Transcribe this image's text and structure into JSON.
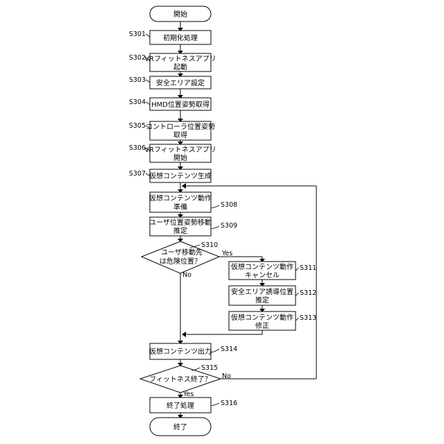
{
  "steps": {
    "start": "開始",
    "s301": {
      "label": "S301",
      "lines": [
        "初期化処理"
      ]
    },
    "s302": {
      "label": "S302",
      "lines": [
        "VRフィットネスアプリ",
        "起動"
      ]
    },
    "s303": {
      "label": "S303",
      "lines": [
        "安全エリア設定"
      ]
    },
    "s304": {
      "label": "S304",
      "lines": [
        "HMD位置姿勢取得"
      ]
    },
    "s305": {
      "label": "S305",
      "lines": [
        "コントローラ位置姿勢",
        "取得"
      ]
    },
    "s306": {
      "label": "S306",
      "lines": [
        "VRフィットネスアプリ",
        "開始"
      ]
    },
    "s307": {
      "label": "S307",
      "lines": [
        "仮想コンテンツ生成"
      ]
    },
    "s308": {
      "label": "S308",
      "lines": [
        "仮想コンテンツ動作",
        "準備"
      ]
    },
    "s309": {
      "label": "S309",
      "lines": [
        "ユーザ位置姿勢移動",
        "推定"
      ]
    },
    "s310": {
      "label": "S310",
      "lines": [
        "ユーザ移動先",
        "は危険位置？"
      ],
      "yes": "Yes",
      "no": "No"
    },
    "s311": {
      "label": "S311",
      "lines": [
        "仮想コンテンツ動作",
        "キャンセル"
      ]
    },
    "s312": {
      "label": "S312",
      "lines": [
        "安全エリア誘導位置",
        "推定"
      ]
    },
    "s313": {
      "label": "S313",
      "lines": [
        "仮想コンテンツ動作",
        "修正"
      ]
    },
    "s314": {
      "label": "S314",
      "lines": [
        "仮想コンテンツ出力"
      ]
    },
    "s315": {
      "label": "S315",
      "lines": [
        "フィットネス終了？"
      ],
      "yes": "Yes",
      "no": "No"
    },
    "s316": {
      "label": "S316",
      "lines": [
        "終了処理"
      ]
    },
    "end": "終了"
  }
}
